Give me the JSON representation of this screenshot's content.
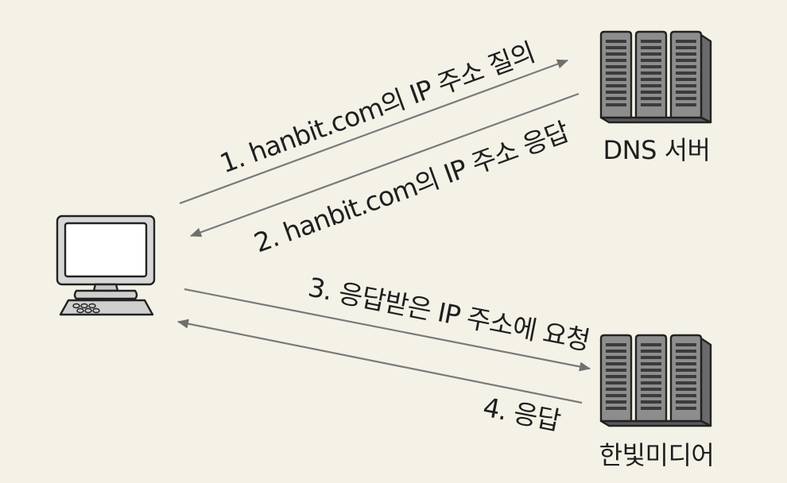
{
  "nodes": {
    "dns_server_label": "DNS 서버",
    "hanbit_media_label": "한빛미디어"
  },
  "steps": [
    {
      "label": "1. hanbit.com의 IP 주소 질의"
    },
    {
      "label": "2. hanbit.com의 IP 주소 응답"
    },
    {
      "label": "3. 응답받은 IP 주소에 요청"
    },
    {
      "label": "4. 응답"
    }
  ],
  "colors": {
    "background": "#f4f2e7",
    "arrow": "#7a7a7a",
    "server_body": "#8d8d8d",
    "server_side": "#6a6a6a",
    "screen": "#ffffff",
    "monitor_body": "#d7d7d7"
  },
  "icons": {
    "client": "computer-icon",
    "server": "server-rack-icon"
  }
}
